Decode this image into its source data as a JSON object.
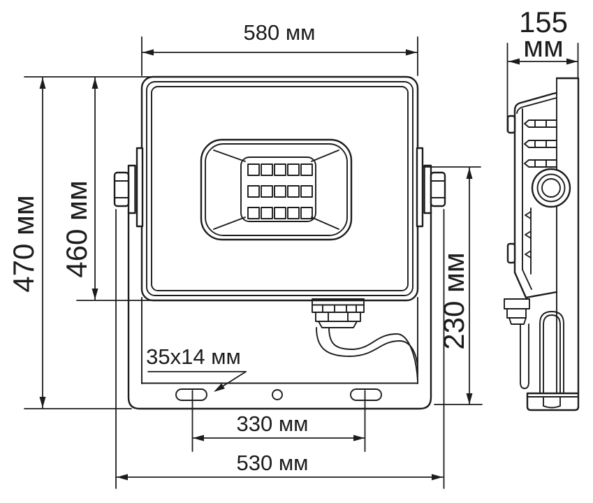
{
  "drawing": {
    "background": "#ffffff",
    "line_color": "#1c1c1c",
    "dimensions": {
      "width_top": "580 мм",
      "height_total": "470 мм",
      "height_body": "460 мм",
      "bracket_height": "230 мм",
      "depth_value": "155",
      "depth_unit": "мм",
      "slot_size": "35x14 мм",
      "slot_spacing": "330 мм",
      "bracket_width": "530 мм"
    }
  }
}
